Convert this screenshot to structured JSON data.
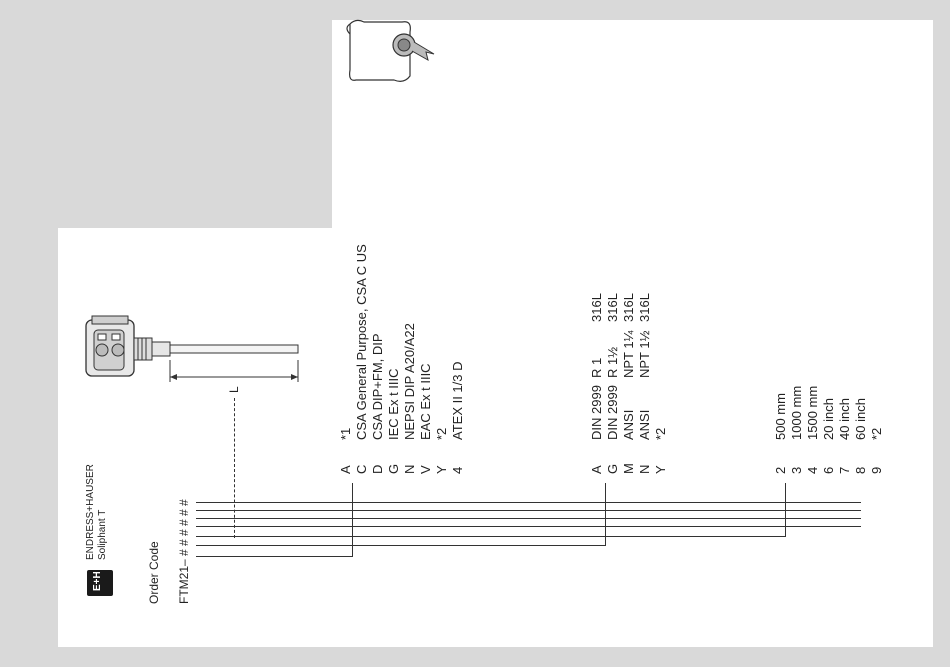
{
  "header": {
    "brand_name": "ENDRESS+HAUSER",
    "product_name": "Soliphant T",
    "logo_text": "E+H",
    "order_code_label": "Order Code",
    "order_code_value": "FTM21– # # # # # #",
    "length_label": "L"
  },
  "approvals": {
    "items": [
      {
        "code": "A",
        "text": "*1"
      },
      {
        "code": "C",
        "text": "CSA General Purpose, CSA C US"
      },
      {
        "code": "D",
        "text": "CSA DIP+FM, DIP"
      },
      {
        "code": "G",
        "text": "IEC Ex t IIIC"
      },
      {
        "code": "N",
        "text": "NEPSI DIP A20/A22"
      },
      {
        "code": "V",
        "text": "EAC Ex t IIIC"
      },
      {
        "code": "Y",
        "text": "*2"
      },
      {
        "code": "4",
        "text": "ATEX II 1/3 D"
      }
    ]
  },
  "process_connection": {
    "items": [
      {
        "code": "A",
        "standard": "DIN 2999",
        "thread": "R 1",
        "material": "316L"
      },
      {
        "code": "G",
        "standard": "DIN 2999",
        "thread": "R 1½",
        "material": "316L"
      },
      {
        "code": "M",
        "standard": "ANSI",
        "thread": "NPT 1¼",
        "material": "316L"
      },
      {
        "code": "N",
        "standard": "ANSI",
        "thread": "NPT 1½",
        "material": "316L"
      },
      {
        "code": "Y",
        "standard": "*2",
        "thread": "",
        "material": ""
      }
    ]
  },
  "probe_length": {
    "items": [
      {
        "code": "2",
        "text": "500 mm"
      },
      {
        "code": "3",
        "text": "1000 mm"
      },
      {
        "code": "4",
        "text": "1500 mm"
      },
      {
        "code": "6",
        "text": "20 inch"
      },
      {
        "code": "7",
        "text": "40 inch"
      },
      {
        "code": "8",
        "text": "60 inch"
      },
      {
        "code": "9",
        "text": "*2"
      }
    ]
  },
  "colors": {
    "gray_panel": "#d9d9d9",
    "ink": "#222222"
  },
  "icons": [
    "certificate-scroll-icon",
    "sensor-device-icon",
    "eh-logo-icon"
  ]
}
